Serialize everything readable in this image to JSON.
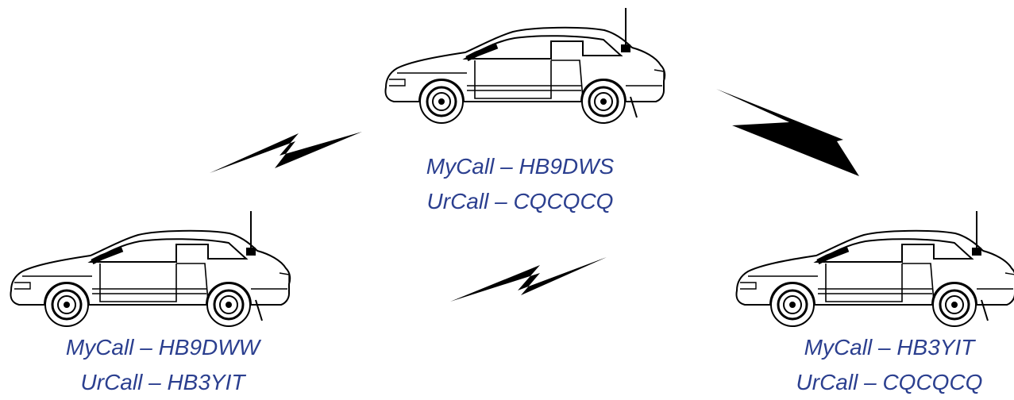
{
  "stations": {
    "top": {
      "mycall": "MyCall – HB9DWS",
      "urcall": "UrCall – CQCQCQ"
    },
    "left": {
      "mycall": "MyCall – HB9DWW",
      "urcall": "UrCall – HB3YIT"
    },
    "right": {
      "mycall": "MyCall – HB3YIT",
      "urcall": "UrCall – CQCQCQ"
    }
  },
  "colors": {
    "label": "#2b3f8f",
    "lightning": "#000000",
    "car_outline": "#000000"
  },
  "icons": {
    "car": "car-icon",
    "link": "lightning-bolt-icon"
  }
}
